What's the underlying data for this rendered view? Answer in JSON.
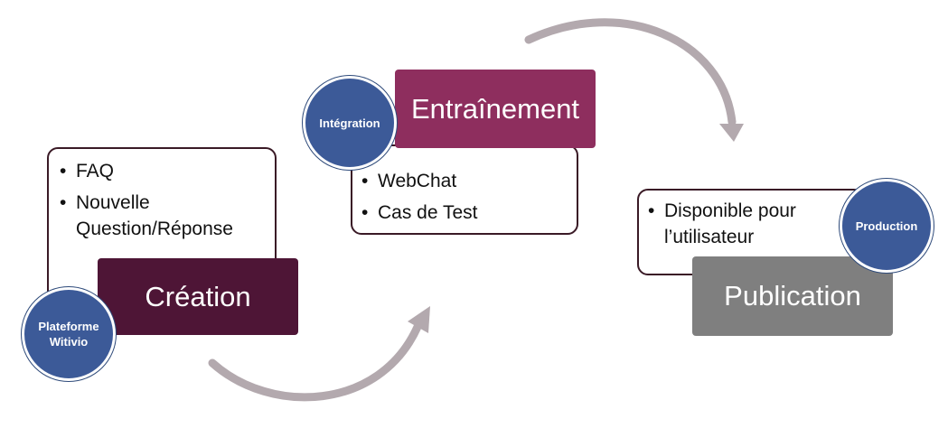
{
  "stages": {
    "creation": {
      "title": "Création",
      "badge": "Plateforme Witivio",
      "items": [
        "FAQ",
        "Nouvelle Question/Réponse"
      ]
    },
    "training": {
      "title": "Entraînement",
      "badge": "Intégration",
      "items": [
        "WebChat",
        "Cas de Test"
      ]
    },
    "publication": {
      "title": "Publication",
      "badge": "Production",
      "items": [
        "Disponible pour l’utilisateur"
      ]
    }
  },
  "colors": {
    "creation": "#4e1536",
    "training": "#8e2e5e",
    "publication": "#7f7f7f",
    "badge": "#3c5a98",
    "arrow": "#b3a9ae"
  }
}
